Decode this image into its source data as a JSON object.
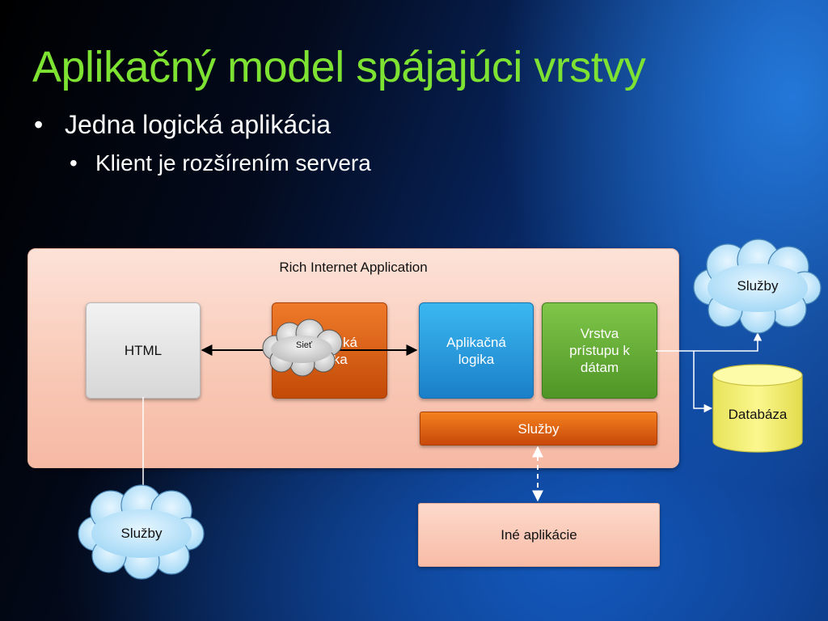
{
  "slide": {
    "title": "Aplikačný model spájajúci  vrstvy",
    "bullets": [
      {
        "text": "Jedna logická aplikácia"
      },
      {
        "text": "Klient je rozšírením servera"
      }
    ],
    "bullet_glyph": "•"
  },
  "diagram": {
    "ria_label": "Rich Internet Application",
    "html_box": "HTML",
    "client_logic_line1": "Klientská",
    "client_logic_line2": "logika",
    "app_logic_line1": "Aplikačná",
    "app_logic_line2": "logika",
    "data_access_line1": "Vrstva",
    "data_access_line2": "prístupu k",
    "data_access_line3": "dátam",
    "services_bar": "Služby",
    "other_apps": "Iné aplikácie",
    "network_cloud": "Sieť",
    "cloud_top_right": "Služby",
    "cloud_bottom_left": "Služby",
    "database": "Databáza"
  },
  "colors": {
    "title": "#7ee233",
    "ria_background": "#f8c7b4",
    "html_box": "#d7d7d7",
    "client_logic": "#d85c12",
    "app_logic": "#2a9ae0",
    "data_access": "#62ad35",
    "services_bar": "#e0600f",
    "cloud": "#b8e2f8",
    "database": "#f4f07a",
    "network_cloud": "#c9c9c9"
  }
}
